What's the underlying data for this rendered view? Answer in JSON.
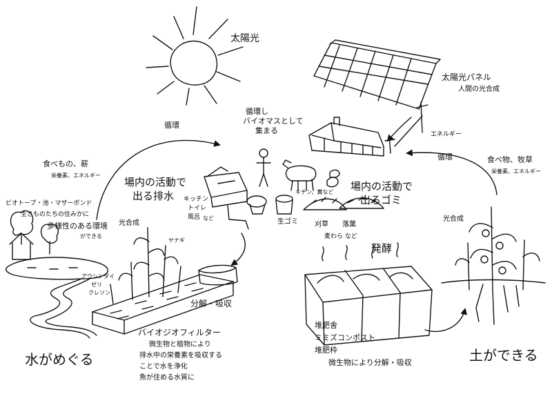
{
  "labels": {
    "sunlight": "太陽光",
    "solar_panel": "太陽光パネル",
    "artificial_photosynthesis": "人間の光合成",
    "energy": "エネルギー",
    "circulate_collect_1": "循環し",
    "circulate_collect_2": "バイオマスとして",
    "circulate_collect_3": "集まる",
    "circulation_left": "循環",
    "circulation_right": "循環",
    "food_firewood": "食べもの、薪",
    "nutrients_energy_left": "栄養素、エネルギー",
    "food_pasture": "食べ物、牧草",
    "nutrients_energy_right": "栄養素、エネルギー",
    "wastewater_1": "場内の活動で",
    "wastewater_2": "出る排水",
    "waste_1": "場内の活動で",
    "waste_2": "出るゴミ",
    "kitchen": "キッチン",
    "toilet": "トイレ",
    "bath": "風呂",
    "etc_kitchen": "など",
    "garbage": "生ゴミ",
    "chicken_manure": "キチン、糞など",
    "cut_grass": "刈草",
    "fallen_leaves": "落葉",
    "straw_etc": "麦わら など",
    "biotope_1": "ビオトープ・池・マザーポンド",
    "biotope_2": "生きものたちの住みかに",
    "biotope_3": "多様性のある環境",
    "biotope_4": "ができる",
    "photosynthesis_left": "光合成",
    "photosynthesis_right": "光合成",
    "willow": "ヤナギ",
    "plant_a": "アウシンダイ",
    "plant_b": "ゼリ",
    "plant_c": "クレソン",
    "decompose_absorb": "分解・吸収",
    "biogeo_title": "バイオジオフィルター",
    "biogeo_1": "微生物と植物により",
    "biogeo_2": "排水中の栄養素を吸収する",
    "biogeo_3": "ことで水を浄化",
    "biogeo_4": "魚が住める水質に",
    "water_cycles": "水がめぐる",
    "fermentation": "発酵",
    "compost_1": "堆肥舎",
    "compost_2": "ミミズコンポスト",
    "compost_3": "堆肥枠",
    "compost_4": "微生物により分解・吸収",
    "soil_made": "土ができる"
  }
}
